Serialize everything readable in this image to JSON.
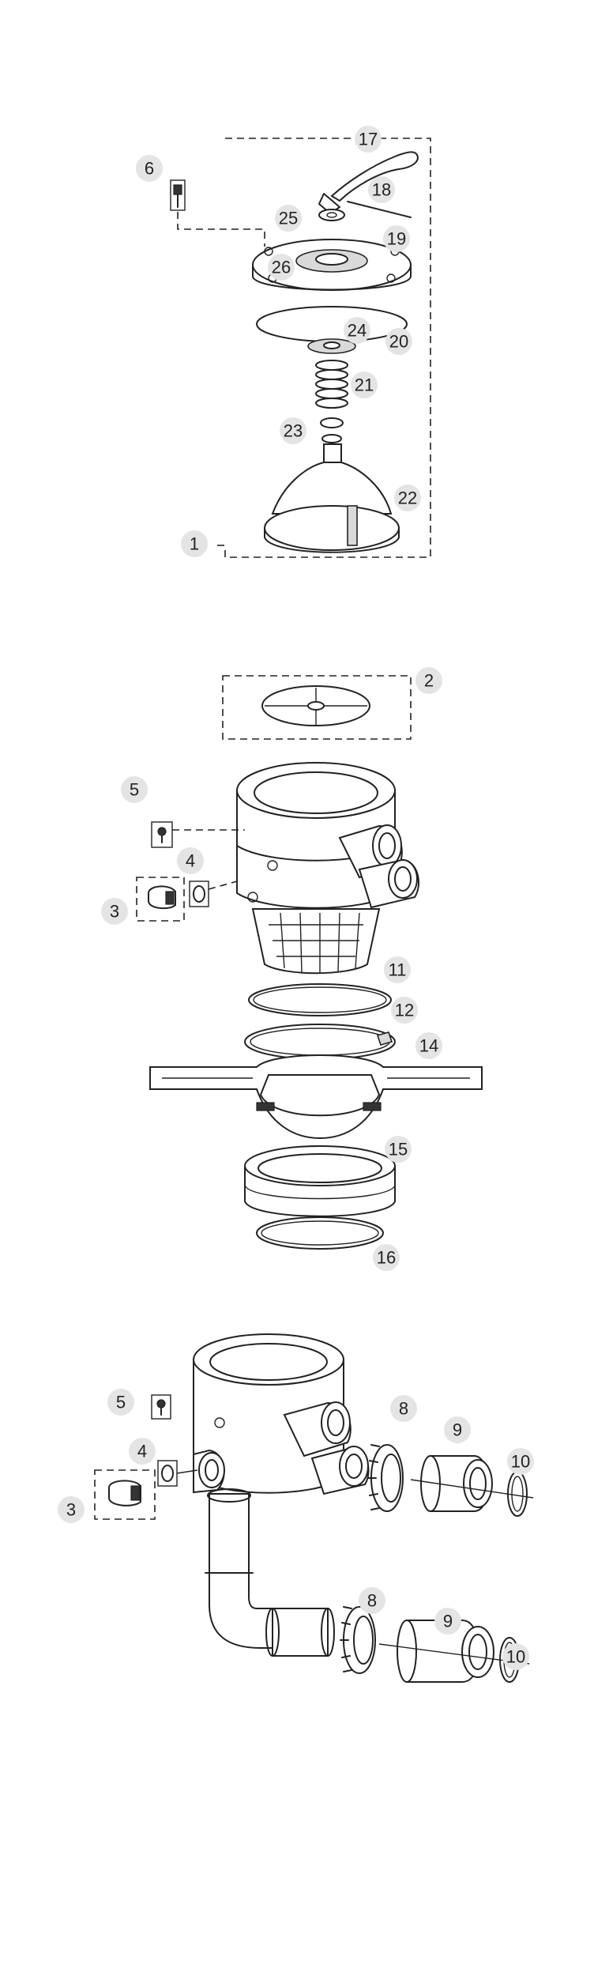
{
  "callouts": {
    "c17": "17",
    "c6": "6",
    "c18": "18",
    "c25": "25",
    "c19": "19",
    "c26": "26",
    "c24": "24",
    "c20": "20",
    "c21": "21",
    "c23": "23",
    "c22": "22",
    "c1": "1",
    "c2": "2",
    "c5a": "5",
    "c4a": "4",
    "c3a": "3",
    "c11": "11",
    "c12": "12",
    "c14": "14",
    "c15": "15",
    "c16": "16",
    "c8a": "8",
    "c9a": "9",
    "c10a": "10",
    "c5b": "5",
    "c4b": "4",
    "c3b": "3",
    "c8b": "8",
    "c9b": "9",
    "c10b": "10"
  },
  "colors": {
    "line": "#222222",
    "callout_bg": "#e4e4e4",
    "part_fill": "#d9d9d9"
  }
}
